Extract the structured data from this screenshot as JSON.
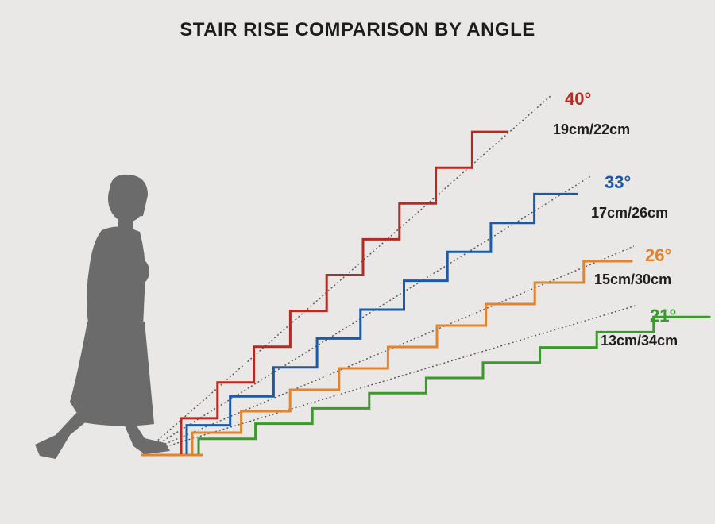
{
  "title": "STAIR RISE COMPARISON BY ANGLE",
  "figure_icon": "walking-person-silhouette",
  "colors": {
    "background": "#e9e8e6",
    "silhouette": "#6b6b6b",
    "guide_line": "#555555"
  },
  "staircases": [
    {
      "id": "40",
      "angle_label": "40°",
      "dimension_label": "19cm/22cm",
      "color": "#b52a22",
      "steps": 9
    },
    {
      "id": "33",
      "angle_label": "33°",
      "dimension_label": "17cm/26cm",
      "color": "#1c5aa6",
      "steps": 9
    },
    {
      "id": "26",
      "angle_label": "26°",
      "dimension_label": "15cm/30cm",
      "color": "#e3842c",
      "steps": 9
    },
    {
      "id": "21",
      "angle_label": "21°",
      "dimension_label": "13cm/34cm",
      "color": "#3a9a2a",
      "steps": 9
    }
  ]
}
